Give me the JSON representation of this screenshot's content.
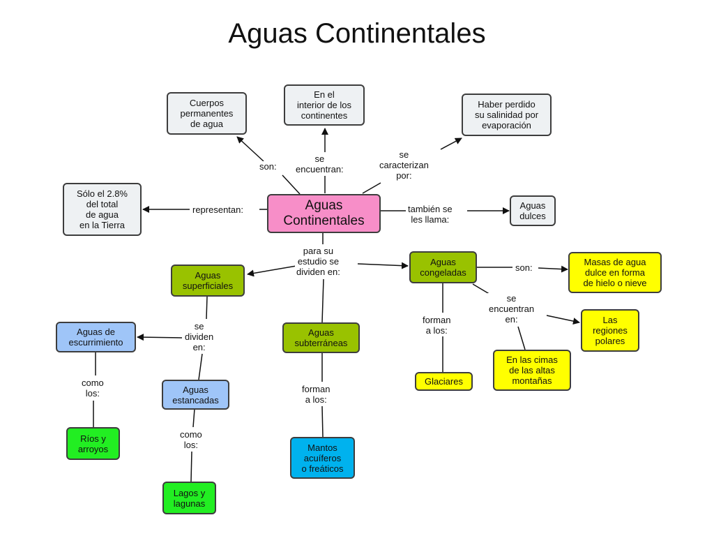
{
  "title": "Aguas Continentales",
  "nodes": {
    "center": "Aguas\nContinentales",
    "cuerpos": "Cuerpos\npermanentes\nde agua",
    "interior": "En el\ninterior de los\ncontinentes",
    "salinidad": "Haber perdido\nsu salinidad por\nevaporación",
    "solo": "Sólo el 2.8%\ndel total\nde agua\nen la Tierra",
    "dulces": "Aguas\ndulces",
    "superficiales": "Aguas\nsuperficiales",
    "congeladas": "Aguas\ncongeladas",
    "masas": "Masas de agua\ndulce en forma\nde hielo o nieve",
    "escurrimiento": "Aguas de\nescurrimiento",
    "subterraneas": "Aguas\nsubterráneas",
    "estancadas": "Aguas\nestancadas",
    "glaciares": "Glaciares",
    "regiones": "Las\nregiones\npolares",
    "cimas": "En las cimas\nde las altas\nmontañas",
    "rios": "Ríos y\narroyos",
    "lagos": "Lagos y\nlagunas",
    "mantos": "Mantos\nacuíferos\no freáticos"
  },
  "labels": {
    "son1": "son:",
    "seencuentran1": "se\nencuentran:",
    "secaracterizan": "se\ncaracterizan\npor:",
    "representan": "representan:",
    "tambien": "también se\nles llama:",
    "parasu": "para su\nestudio se\ndividen en:",
    "son2": "son:",
    "sedividen": "se\ndividen\nen:",
    "forman1": "forman\na los:",
    "seencuentran2": "se\nencuentran\nen:",
    "forman2": "forman\na los:",
    "como1": "como\nlos:",
    "como2": "como\nlos:"
  },
  "colors": {
    "center": "#f78ec8",
    "gray": "#eef1f3",
    "green": "#99c200",
    "yellow": "#ffff00",
    "light_blue": "#9fc5f8",
    "cyan": "#00b2ee",
    "bright_green": "#22ee22"
  }
}
